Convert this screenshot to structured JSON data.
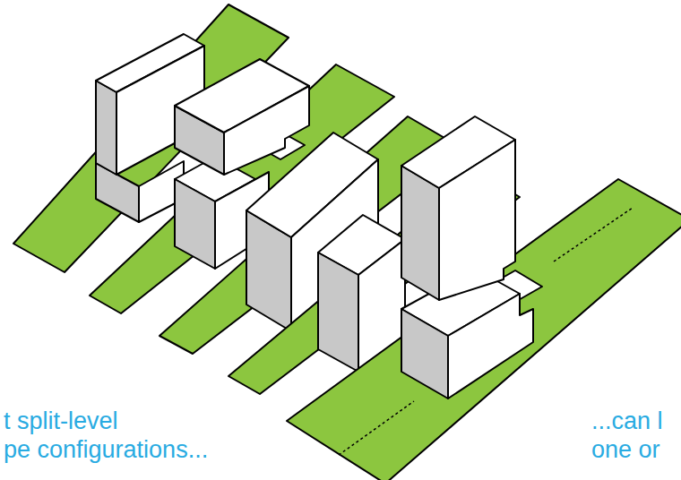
{
  "diagram": {
    "labels": [
      "t split-level",
      "pe configurations...",
      "...can l",
      "one or"
    ]
  }
}
